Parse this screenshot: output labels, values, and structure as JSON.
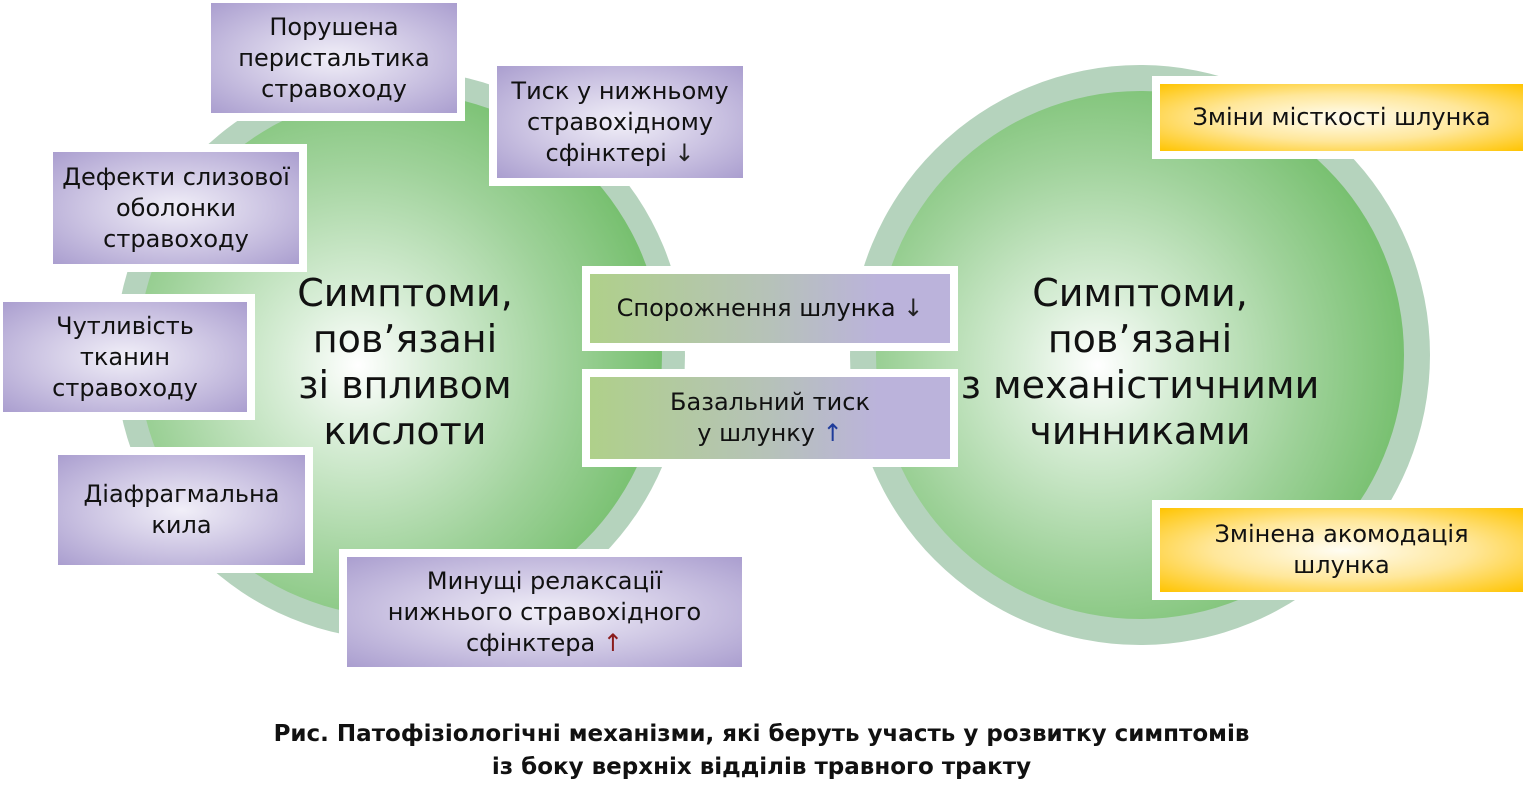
{
  "left_circle": {
    "title_lines": [
      "Симптоми,",
      "пов’язані",
      "зі впливом",
      "кислоти"
    ]
  },
  "right_circle": {
    "title_lines": [
      "Симптоми,",
      "пов’язані",
      "з механістичними",
      "чинниками"
    ]
  },
  "left_boxes": {
    "peristalsis": [
      "Порушена",
      "перистальтика",
      "стравоходу"
    ],
    "les_pressure": [
      "Тиск у нижньому",
      "стравохідному",
      "сфінктері"
    ],
    "les_pressure_arrow": "↓",
    "mucosa": [
      "Дефекти слизової",
      "оболонки",
      "стравоходу"
    ],
    "sensitivity": [
      "Чутливість",
      "тканин",
      "стравоходу"
    ],
    "hernia": [
      "Діафрагмальна",
      "кила"
    ],
    "relaxations": [
      "Минущі релаксації",
      "нижнього стравохідного",
      "сфінктера"
    ],
    "relaxations_arrow": "↑"
  },
  "middle_boxes": {
    "emptying": "Спорожнення шлунка",
    "emptying_arrow": "↓",
    "basal": [
      "Базальний тиск",
      "у шлунку"
    ],
    "basal_arrow": "↑"
  },
  "right_boxes": {
    "capacity": "Зміни місткості шлунка",
    "accommodation": [
      "Змінена акомодація",
      "шлунка"
    ]
  },
  "caption": [
    "Рис. Патофізіологічні механізми, які беруть участь у розвитку симптомів",
    "із боку верхніх відділів травного тракту"
  ],
  "colors": {
    "ring": "#b5d3bd",
    "green": "#5cae55",
    "purple": "#aa9ecf",
    "yellow": "#ffc400"
  }
}
